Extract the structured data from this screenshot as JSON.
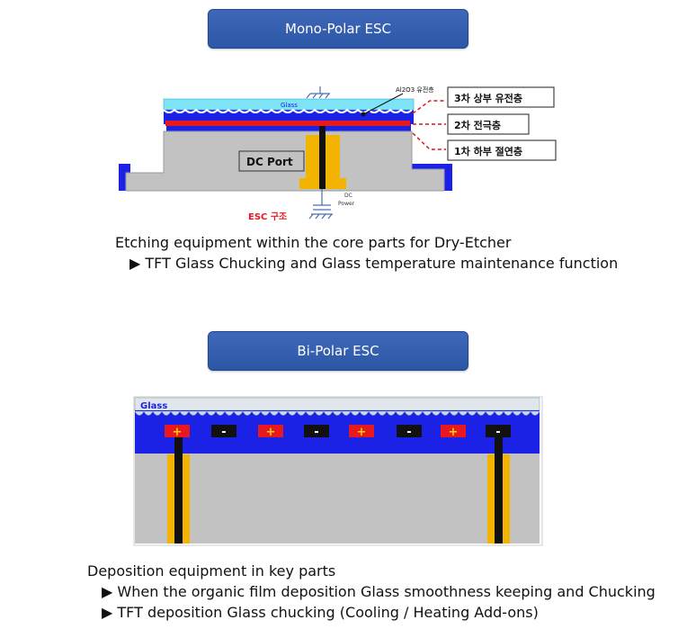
{
  "mono": {
    "title": "Mono-Polar ESC",
    "labels": {
      "glass": "Glass",
      "al2o3": "Al2O3 유전층",
      "dc_port": "DC Port",
      "dc_power_1": "DC",
      "dc_power_2": "Power",
      "structure": "ESC  구조"
    },
    "callouts": [
      "3차 상부 유전층",
      "2차 전극층",
      "1차 하부 절연층"
    ],
    "description": "Etching equipment within the core parts for Dry-Etcher",
    "bullets": [
      "▶ TFT Glass Chucking and Glass temperature maintenance function"
    ]
  },
  "bi": {
    "title": "Bi-Polar ESC",
    "labels": {
      "glass": "Glass"
    },
    "electrodes": [
      "+",
      "-",
      "+",
      "-",
      "+",
      "-",
      "+",
      "-"
    ],
    "description": "Deposition equipment in key parts",
    "bullets": [
      "▶ When the organic film deposition Glass smoothness keeping and Chucking",
      "▶ TFT deposition Glass chucking (Cooling / Heating Add-ons)"
    ]
  },
  "colors": {
    "title_bg": "#2c56a6",
    "glass": "#7fe3f7",
    "dielectric": "#1b22e6",
    "electrode": "#e8191e",
    "base": "#c0c0c0",
    "feed": "#f2b400",
    "callout": "#d8171e"
  }
}
